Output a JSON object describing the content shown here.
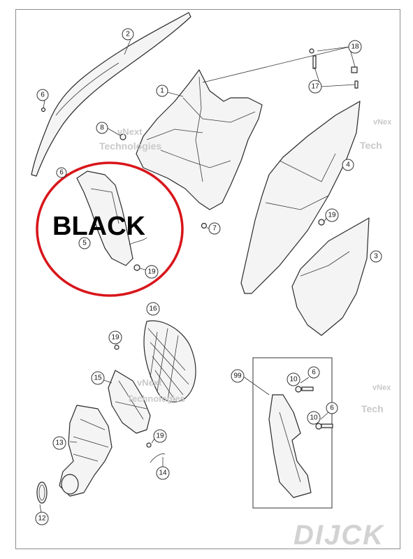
{
  "highlight_label": "BLACK",
  "brand_logo": "DIJCK",
  "watermark": {
    "line1": "vNext",
    "line2": "Technologies",
    "short1": "vNex",
    "short2": "Tech"
  },
  "callouts": {
    "p1": "1",
    "p2": "2",
    "p3": "3",
    "p4": "4",
    "p5": "5",
    "p6a": "6",
    "p6b": "6",
    "p6c": "6",
    "p6d": "6",
    "p7": "7",
    "p8": "8",
    "p10a": "10",
    "p10b": "10",
    "p12": "12",
    "p13": "13",
    "p14": "14",
    "p15": "15",
    "p16": "16",
    "p17": "17",
    "p18": "18",
    "p19a": "19",
    "p19b": "19",
    "p19c": "19",
    "p19d": "19",
    "p99": "99"
  },
  "colors": {
    "highlight_ring": "#d8161b",
    "line": "#2a2a2a",
    "watermark": "#c9c9c9"
  }
}
